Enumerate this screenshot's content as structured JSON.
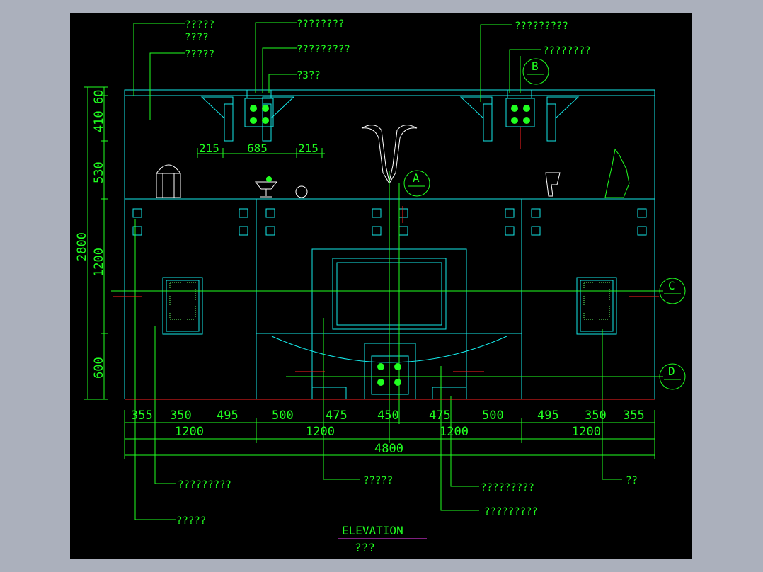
{
  "drawing": {
    "title": "ELEVATION",
    "subtitle": "???",
    "callouts_top_left": [
      "?????",
      "????",
      "?????"
    ],
    "callouts_top_mid": [
      "????????",
      "?????????",
      "?3??"
    ],
    "callouts_top_right": [
      "?????????",
      "????????"
    ],
    "callouts_bottom": [
      "?????????",
      "?????",
      "?????",
      "?????????",
      "?????????",
      "??"
    ],
    "markers": [
      "A",
      "B",
      "C",
      "D"
    ],
    "dims_left": [
      "60",
      "410",
      "530",
      "2800",
      "1200",
      "600"
    ],
    "dims_shelf": [
      "215",
      "685",
      "215"
    ],
    "dims_row1": [
      "355",
      "350",
      "495",
      "500",
      "475",
      "450",
      "475",
      "500",
      "495",
      "350",
      "355"
    ],
    "dims_row2": [
      "1200",
      "1200",
      "1200",
      "1200"
    ],
    "dims_total": "4800"
  },
  "colors": {
    "background": "#abb0bc",
    "canvas": "#000000",
    "green": "#20ff20",
    "cyan": "#14e8e8",
    "red": "#ff2020",
    "magenta": "#ff40ff"
  }
}
